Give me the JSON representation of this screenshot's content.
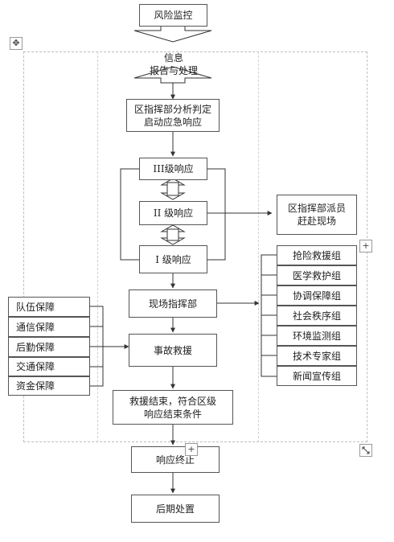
{
  "nodes": {
    "risk_monitor": "风险监控",
    "info_report": "信息\n报告与处理",
    "analysis": "区指挥部分析判定\n启动应急响应",
    "level3": "III级响应",
    "level2": "II 级响应",
    "level1": "I 级响应",
    "dispatch": "区指挥部派员\n赶赴现场",
    "field_command": "现场指挥部",
    "rescue": "事故救援",
    "rescue_end": "救援结束，符合区级\n响应结束条件",
    "response_end": "响应终止",
    "aftermath": "后期处置"
  },
  "support_groups": [
    "队伍保障",
    "通信保障",
    "后勤保障",
    "交通保障",
    "资金保障"
  ],
  "task_groups": [
    "抢险救援组",
    "医学救护组",
    "协调保障组",
    "社会秩序组",
    "环境监测组",
    "技术专家组",
    "新闻宣传组"
  ],
  "handles": {
    "move": "✥",
    "add": "+"
  }
}
